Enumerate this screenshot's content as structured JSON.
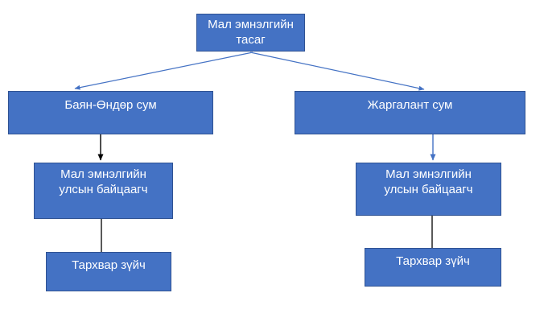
{
  "diagram": {
    "type": "org-chart",
    "background": "#ffffff",
    "colors": {
      "node_fill": "#4472c4",
      "node_border": "#2f5293",
      "node_text": "#ffffff",
      "connector_blue": "#4472c4",
      "connector_black": "#000000"
    },
    "nodes": {
      "department": {
        "line1": "Мал эмнэлгийн",
        "line2": "тасаг"
      },
      "bayan_ondor": {
        "line1": "Баян-Өндөр сум"
      },
      "jargalant": {
        "line1": "Жаргалант сум"
      },
      "inspector_left": {
        "line1": "Мал эмнэлгийн",
        "line2": "улсын байцаагч"
      },
      "inspector_right": {
        "line1": "Мал эмнэлгийн",
        "line2": "улсын байцаагч"
      },
      "epidemiologist_left": {
        "line1": "Тархвар зүйч"
      },
      "epidemiologist_right": {
        "line1": "Тархвар зүйч"
      }
    },
    "edges": [
      {
        "from": "department",
        "to": "bayan_ondor",
        "color": "blue",
        "arrowhead": true
      },
      {
        "from": "department",
        "to": "jargalant",
        "color": "blue",
        "arrowhead": true
      },
      {
        "from": "bayan_ondor",
        "to": "inspector_left",
        "color": "black",
        "arrowhead": true
      },
      {
        "from": "jargalant",
        "to": "inspector_right",
        "color": "blue",
        "arrowhead": true
      },
      {
        "from": "inspector_left",
        "to": "epidemiologist_left",
        "color": "black",
        "arrowhead": false
      },
      {
        "from": "inspector_right",
        "to": "epidemiologist_right",
        "color": "black",
        "arrowhead": false
      }
    ]
  }
}
